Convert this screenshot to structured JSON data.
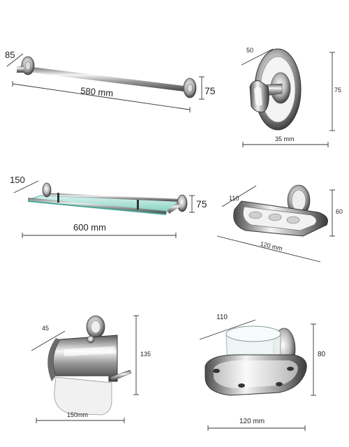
{
  "products": [
    {
      "name": "towel-rail",
      "dims": {
        "depth": "85",
        "length": "580 mm",
        "height": "75"
      }
    },
    {
      "name": "robe-hook",
      "dims": {
        "depth": "50",
        "height": "75",
        "width": "35  mm"
      }
    },
    {
      "name": "glass-shelf",
      "dims": {
        "depth": "150",
        "height": "75",
        "length": "600 mm"
      }
    },
    {
      "name": "soap-dish",
      "dims": {
        "depth": "110",
        "height": "60",
        "length": "120 mm"
      }
    },
    {
      "name": "paper-holder",
      "dims": {
        "depth": "45",
        "height": "135",
        "width": "150mm"
      }
    },
    {
      "name": "tumbler-holder",
      "dims": {
        "depth": "110",
        "height": "80",
        "width": "120 mm"
      }
    }
  ],
  "colors": {
    "chrome_dark": "#5a5a5a",
    "chrome_light": "#f2f2f2",
    "glass": "#8fd6c9",
    "line": "#333333"
  }
}
